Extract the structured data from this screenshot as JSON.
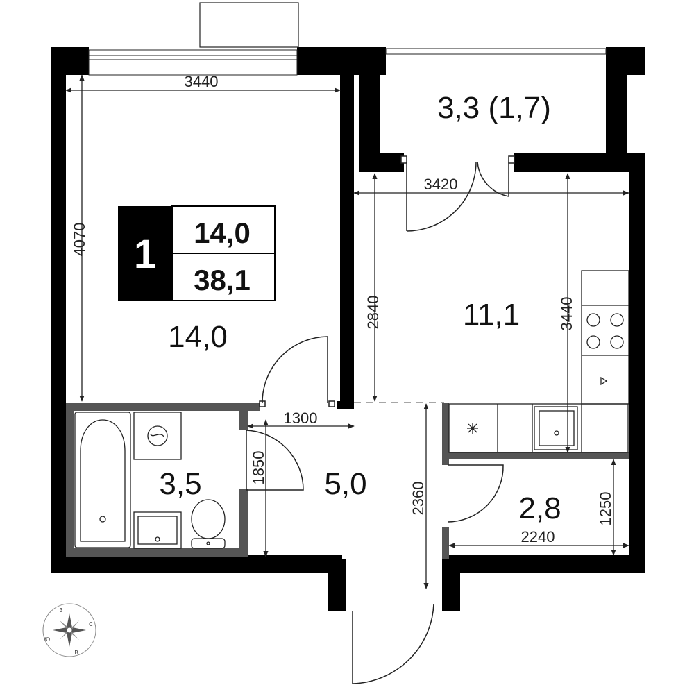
{
  "badge": {
    "rooms": "1",
    "living_area": "14,0",
    "total_area": "38,1"
  },
  "rooms": {
    "living_room": "14,0",
    "balcony": "3,3 (1,7)",
    "kitchen": "11,1",
    "bathroom": "3,5",
    "hallway": "5,0",
    "storage": "2,8"
  },
  "dimensions": {
    "living_width": "3440",
    "living_depth": "4070",
    "kitchen_width": "3420",
    "kitchen_depth_left": "2840",
    "kitchen_depth_right": "3440",
    "bath_width": "1300",
    "bath_depth": "1850",
    "hall_depth": "2360",
    "storage_width": "2240",
    "storage_depth": "1250"
  },
  "compass": {
    "n": "З",
    "e": "С",
    "s": "В",
    "w": "Ю"
  },
  "colors": {
    "wall": "#000000",
    "wet_wall": "#555555",
    "line": "#222222",
    "background": "#ffffff"
  }
}
